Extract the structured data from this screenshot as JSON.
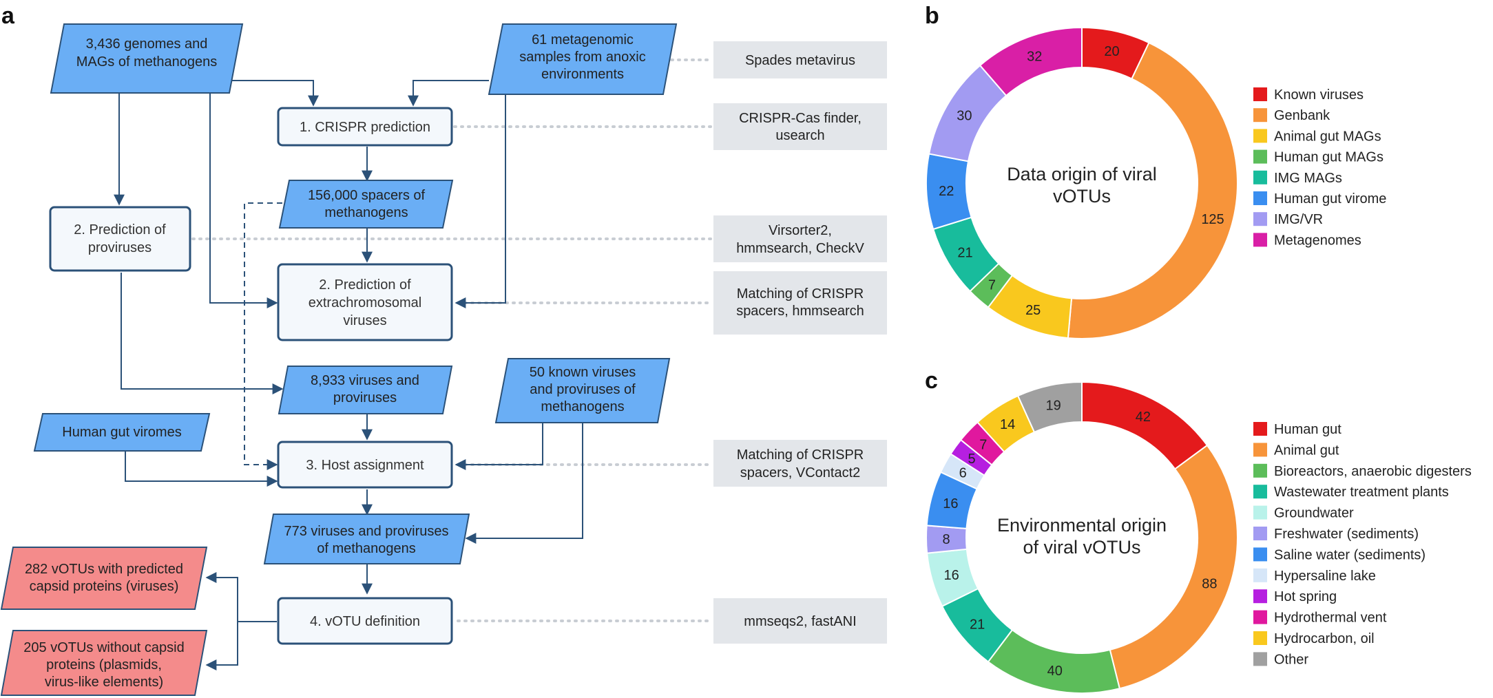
{
  "panels": {
    "a": "a",
    "b": "b",
    "c": "c"
  },
  "colors": {
    "input_fill": "#6aaef5",
    "input_stroke": "#2b5178",
    "step_fill": "#f4f8fc",
    "output_fill": "#f48b8b",
    "tool_fill": "#e3e6ea"
  },
  "flow": {
    "genomes": [
      "3,436 genomes and",
      "MAGs of methanogens"
    ],
    "metagenomic": [
      "61 metagenomic",
      "samples from anoxic",
      "environments"
    ],
    "crispr_prediction": [
      "1. CRISPR prediction"
    ],
    "spacers": [
      "156,000 spacers of",
      "methanogens"
    ],
    "prediction_proviruses": [
      "2. Prediction of",
      "proviruses"
    ],
    "prediction_extrachromosomal": [
      "2. Prediction of",
      "extrachromosomal",
      "viruses"
    ],
    "viruses_proviruses": [
      "8,933 viruses and",
      "proviruses"
    ],
    "known_viruses": [
      "50 known viruses",
      "and proviruses of",
      "methanogens"
    ],
    "human_gut_viromes": [
      "Human gut viromes"
    ],
    "host_assignment": [
      "3. Host assignment"
    ],
    "methanogen_viruses": [
      "773 viruses and proviruses",
      "of methanogens"
    ],
    "votu_definition": [
      "4. vOTU definition"
    ],
    "out_capsid": [
      "282 vOTUs with predicted",
      "capsid proteins (viruses)"
    ],
    "out_no_capsid": [
      "205 vOTUs without capsid",
      "proteins (plasmids,",
      "virus-like elements)"
    ]
  },
  "tools": {
    "spades": [
      "Spades metavirus"
    ],
    "crispr_cas": [
      "CRISPR-Cas finder,",
      "usearch"
    ],
    "virsorter": [
      "Virsorter2,",
      "hmmsearch, CheckV"
    ],
    "matching1": [
      "Matching of CRISPR",
      "spacers, hmmsearch"
    ],
    "matching2": [
      "Matching of CRISPR",
      "spacers, VContact2"
    ],
    "mmseqs": [
      "mmseqs2, fastANI"
    ]
  },
  "chart_data": [
    {
      "type": "pie",
      "title": "Data origin of viral vOTUs",
      "series": [
        {
          "name": "Known viruses",
          "value": 20,
          "color": "#e41a1c"
        },
        {
          "name": "Genbank",
          "value": 125,
          "color": "#f7943a"
        },
        {
          "name": "Animal gut MAGs",
          "value": 25,
          "color": "#f9c81e"
        },
        {
          "name": "Human gut MAGs",
          "value": 7,
          "color": "#5cbd5a"
        },
        {
          "name": "IMG MAGs",
          "value": 21,
          "color": "#18bc9c"
        },
        {
          "name": "Human gut virome",
          "value": 22,
          "color": "#3a8ef0"
        },
        {
          "name": "IMG/VR",
          "value": 30,
          "color": "#a29bf2"
        },
        {
          "name": "Metagenomes",
          "value": 32,
          "color": "#d91fa6"
        }
      ]
    },
    {
      "type": "pie",
      "title": "Environmental origin of viral vOTUs",
      "series": [
        {
          "name": "Human gut",
          "value": 42,
          "color": "#e41a1c"
        },
        {
          "name": "Animal gut",
          "value": 88,
          "color": "#f7943a"
        },
        {
          "name": "Bioreactors, anaerobic digesters",
          "value": 40,
          "color": "#5cbd5a"
        },
        {
          "name": "Wastewater treatment plants",
          "value": 21,
          "color": "#18bc9c"
        },
        {
          "name": "Groundwater",
          "value": 16,
          "color": "#b9f2ea"
        },
        {
          "name": "Freshwater (sediments)",
          "value": 8,
          "color": "#a29bf2"
        },
        {
          "name": "Saline water (sediments)",
          "value": 16,
          "color": "#3a8ef0"
        },
        {
          "name": "Hypersaline lake",
          "value": 6,
          "color": "#d6e6f8"
        },
        {
          "name": "Hot spring",
          "value": 5,
          "color": "#b61fe0"
        },
        {
          "name": "Hydrothermal vent",
          "value": 7,
          "color": "#e0189e"
        },
        {
          "name": "Hydrocarbon, oil",
          "value": 14,
          "color": "#f9c81e"
        },
        {
          "name": "Other",
          "value": 19,
          "color": "#a0a0a0"
        }
      ]
    }
  ]
}
